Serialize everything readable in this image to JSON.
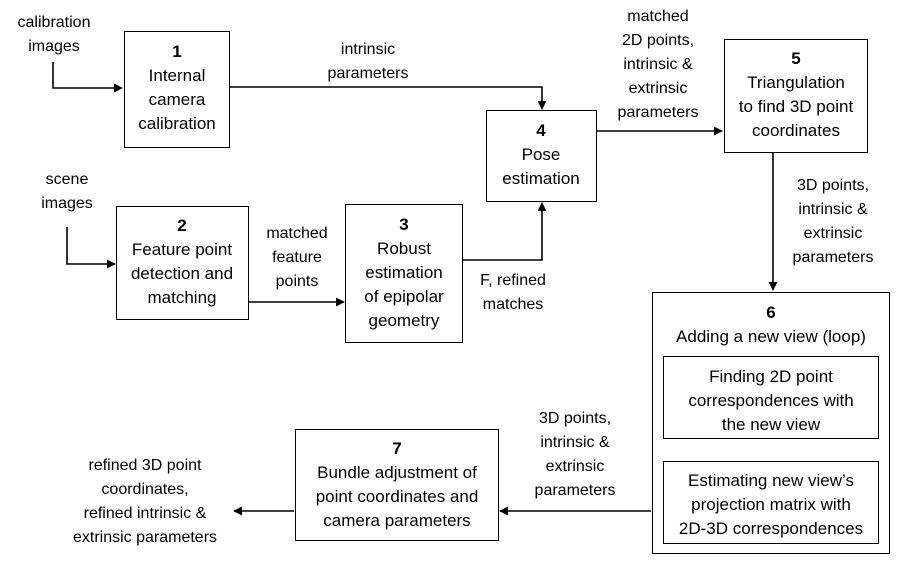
{
  "inputs": {
    "calibration": [
      "calibration",
      "images"
    ],
    "scene": [
      "scene",
      "images"
    ]
  },
  "nodes": {
    "n1": {
      "num": "1",
      "lines": [
        "Internal",
        "camera",
        "calibration"
      ]
    },
    "n2": {
      "num": "2",
      "lines": [
        "Feature point",
        "detection and",
        "matching"
      ]
    },
    "n3": {
      "num": "3",
      "lines": [
        "Robust",
        "estimation",
        "of epipolar",
        "geometry"
      ]
    },
    "n4": {
      "num": "4",
      "lines": [
        "Pose",
        "estimation"
      ]
    },
    "n5": {
      "num": "5",
      "lines": [
        "Triangulation",
        "to find 3D point",
        "coordinates"
      ]
    },
    "n6": {
      "num": "6",
      "title": "Adding a new view (loop)",
      "sub1": [
        "Finding 2D point",
        "correspondences with",
        "the new view"
      ],
      "sub2": [
        "Estimating new view’s",
        "projection matrix with",
        "2D-3D correspondences"
      ]
    },
    "n7": {
      "num": "7",
      "lines": [
        "Bundle adjustment of",
        "point coordinates and",
        "camera parameters"
      ]
    }
  },
  "edges": {
    "e1_4": [
      "intrinsic",
      "parameters"
    ],
    "e2_3": [
      "matched",
      "feature",
      "points"
    ],
    "e3_4": [
      "F, refined",
      "matches"
    ],
    "e4_5": [
      "matched",
      "2D points,",
      "intrinsic &",
      "extrinsic",
      "parameters"
    ],
    "e5_6": [
      "3D points,",
      "intrinsic &",
      "extrinsic",
      "parameters"
    ],
    "e6_7": [
      "3D points,",
      "intrinsic &",
      "extrinsic",
      "parameters"
    ],
    "e7_out": [
      "refined 3D point",
      "coordinates,",
      "refined intrinsic &",
      "extrinsic parameters"
    ]
  }
}
